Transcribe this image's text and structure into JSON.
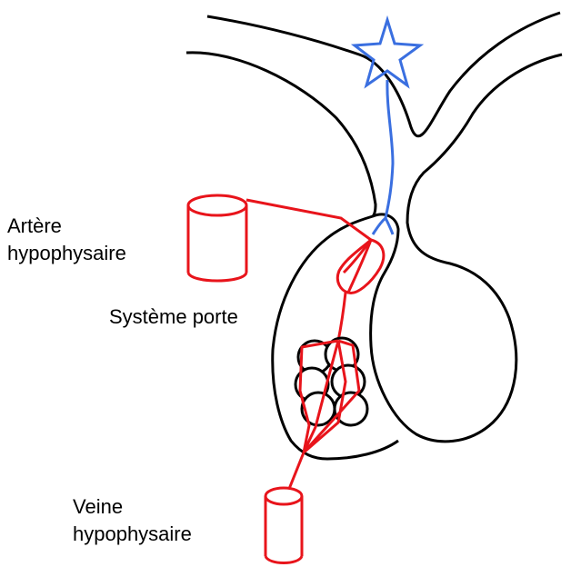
{
  "labels": {
    "artery_line1": "Artère",
    "artery_line2": "hypophysaire",
    "portal_system": "Système porte",
    "vein_line1": "Veine",
    "vein_line2": "hypophysaire"
  },
  "colors": {
    "outline": "#000000",
    "vessel": "#e8141b",
    "neuron": "#3a6fe0",
    "background": "#ffffff"
  },
  "icons": {
    "neuron_body": "star-icon",
    "artery": "cylinder-icon",
    "vein": "cylinder-icon"
  }
}
